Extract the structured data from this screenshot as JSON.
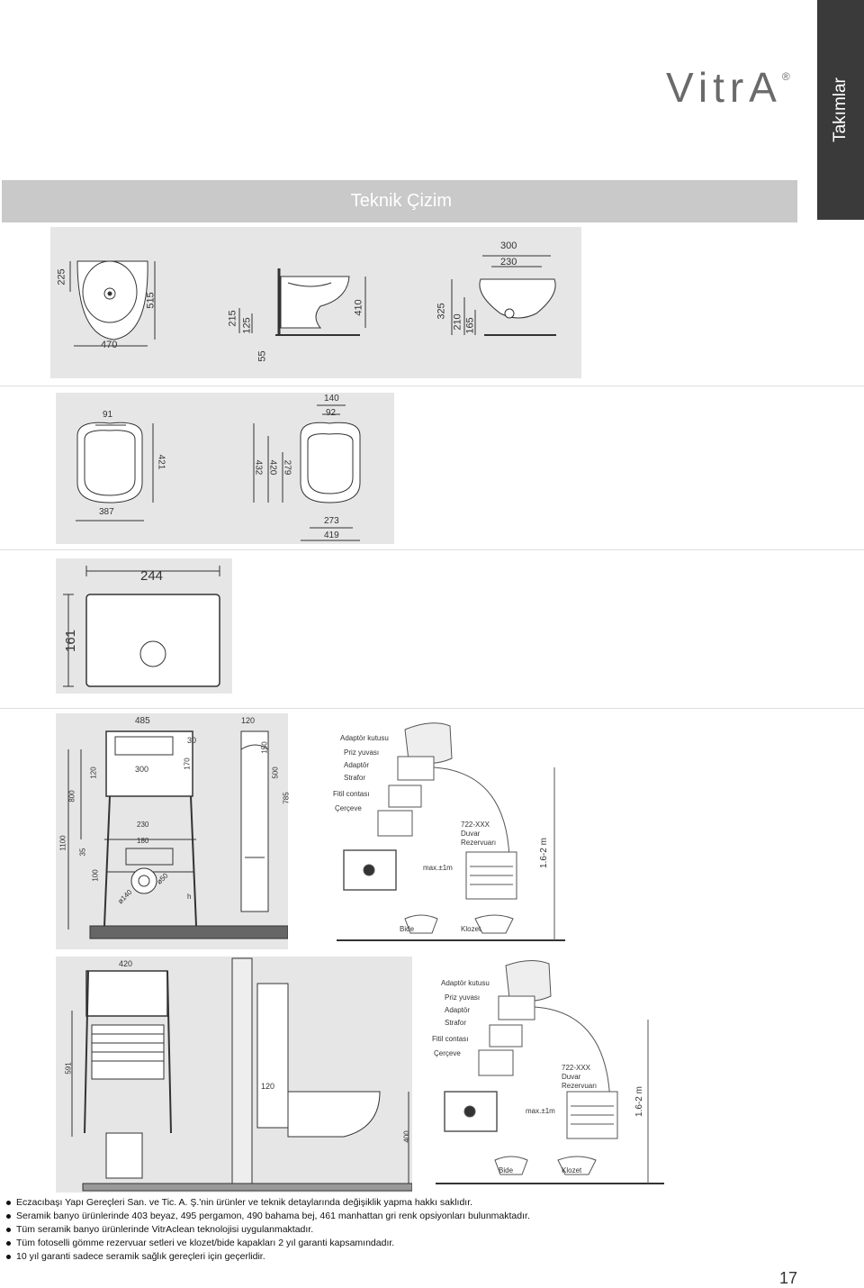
{
  "side_tab": "Takımlar",
  "brand": "VitrA",
  "brand_mark": "®",
  "section_title": "Teknik Çizim",
  "dims": {
    "d225": "225",
    "d515": "515",
    "d470": "470",
    "d215": "215",
    "d125": "125",
    "d55": "55",
    "d410": "410",
    "d300": "300",
    "d230": "230",
    "d325": "325",
    "d210": "210",
    "d165": "165",
    "d91": "91",
    "d421": "421",
    "d387": "387",
    "d140": "140",
    "d92": "92",
    "d432": "432",
    "d420": "420",
    "d279": "279",
    "d273": "273",
    "d419": "419",
    "d244": "244",
    "d161": "161",
    "f485": "485",
    "f30": "30",
    "f120a": "120",
    "f170": "170",
    "f300": "300",
    "f800": "800",
    "f230": "230",
    "f180": "180",
    "f1100": "1100",
    "f35": "35",
    "f100": "100",
    "f140": "ø140",
    "f50": "ø50",
    "fh": "h",
    "f120b": "120",
    "f150": "150",
    "f500": "500",
    "f785": "785",
    "g420": "420",
    "g591": "591",
    "g120": "120",
    "g400": "400"
  },
  "system1": {
    "labels": [
      "Adaptör kutusu",
      "Priz yuvası",
      "Adaptör",
      "Strafor",
      "Fitil contası",
      "Çerçeve"
    ],
    "reservoir": [
      "722-XXX",
      "Duvar",
      "Rezervuarı"
    ],
    "max": "max.±1m",
    "height": "1.6-2 m",
    "bide": "Bide",
    "klozet": "Klozet"
  },
  "system2": {
    "labels": [
      "Adaptör kutusu",
      "Priz yuvası",
      "Adaptör",
      "Strafor",
      "Fitil contası",
      "Çerçeve"
    ],
    "reservoir": [
      "722-XXX",
      "Duvar",
      "Rezervuarı"
    ],
    "max": "max.±1m",
    "height": "1.6-2 m",
    "bide": "Bide",
    "klozet": "Klozet"
  },
  "notes": [
    "Eczacıbaşı Yapı Gereçleri San. ve Tic. A. Ş.'nin ürünler ve teknik detaylarında değişiklik yapma hakkı saklıdır.",
    "Seramik banyo ürünlerinde 403 beyaz, 495 pergamon, 490 bahama bej, 461 manhattan gri renk opsiyonları bulunmaktadır.",
    "Tüm seramik  banyo ürünlerinde VitrAclean teknolojisi uygulanmaktadır.",
    "Tüm fotoselli gömme rezervuar setleri ve klozet/bide kapakları 2 yıl garanti kapsamındadır.",
    "10 yıl garanti sadece seramik sağlık gereçleri için geçerlidir."
  ],
  "page_number": "17"
}
